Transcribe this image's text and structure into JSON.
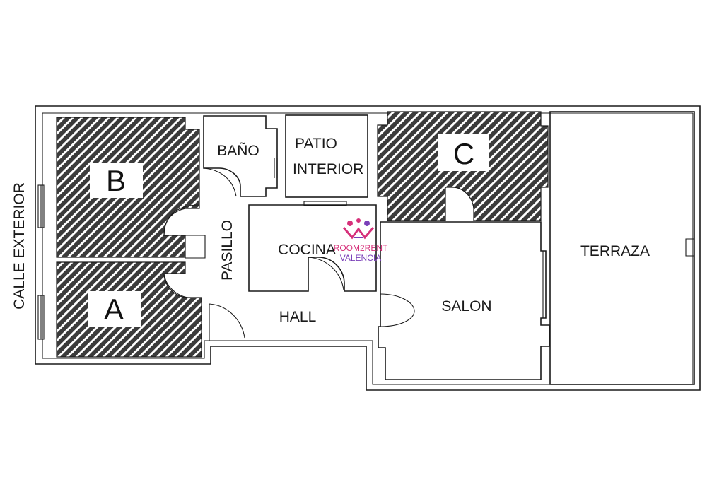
{
  "rooms": {
    "bano": "BAÑO",
    "patio_line1": "PATIO",
    "patio_line2": "INTERIOR",
    "pasillo": "PASILLO",
    "cocina": "COCINA",
    "hall": "HALL",
    "salon": "SALON",
    "terraza": "TERRAZA",
    "calle": "CALLE EXTERIOR"
  },
  "bedrooms": {
    "a": "A",
    "b": "B",
    "c": "C"
  },
  "logo": {
    "name": "ROOM2RENT",
    "city": "VALENCIA"
  },
  "colors": {
    "line": "#1a1a1a",
    "hatch_bg": "#3a3a3a",
    "logo_pink": "#d6307a",
    "logo_purple": "#7a3fb8"
  }
}
